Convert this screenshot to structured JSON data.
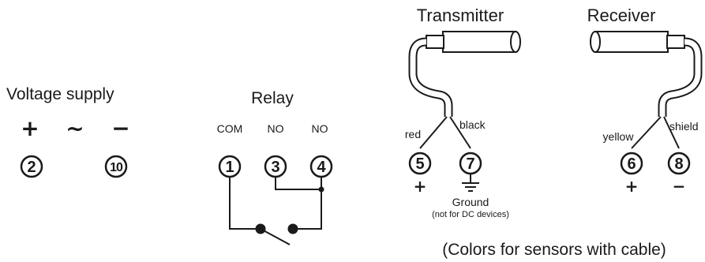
{
  "supply": {
    "title": "Voltage supply",
    "plus": "+",
    "tilde": "~",
    "minus": "−",
    "terminals": [
      "2",
      "10"
    ]
  },
  "relay": {
    "title": "Relay",
    "contacts": [
      "COM",
      "NO",
      "NO"
    ],
    "terminals": [
      "1",
      "3",
      "4"
    ]
  },
  "transmitter": {
    "title": "Transmitter",
    "wires": [
      "red",
      "black"
    ],
    "terminals": [
      "5",
      "7"
    ],
    "plus": "+",
    "ground_label": "Ground",
    "ground_note": "(not for DC devices)"
  },
  "receiver": {
    "title": "Receiver",
    "wires": [
      "yellow",
      "shield"
    ],
    "terminals": [
      "6",
      "8"
    ],
    "plus": "+",
    "minus": "−"
  },
  "footnote": "(Colors for sensors with cable)"
}
